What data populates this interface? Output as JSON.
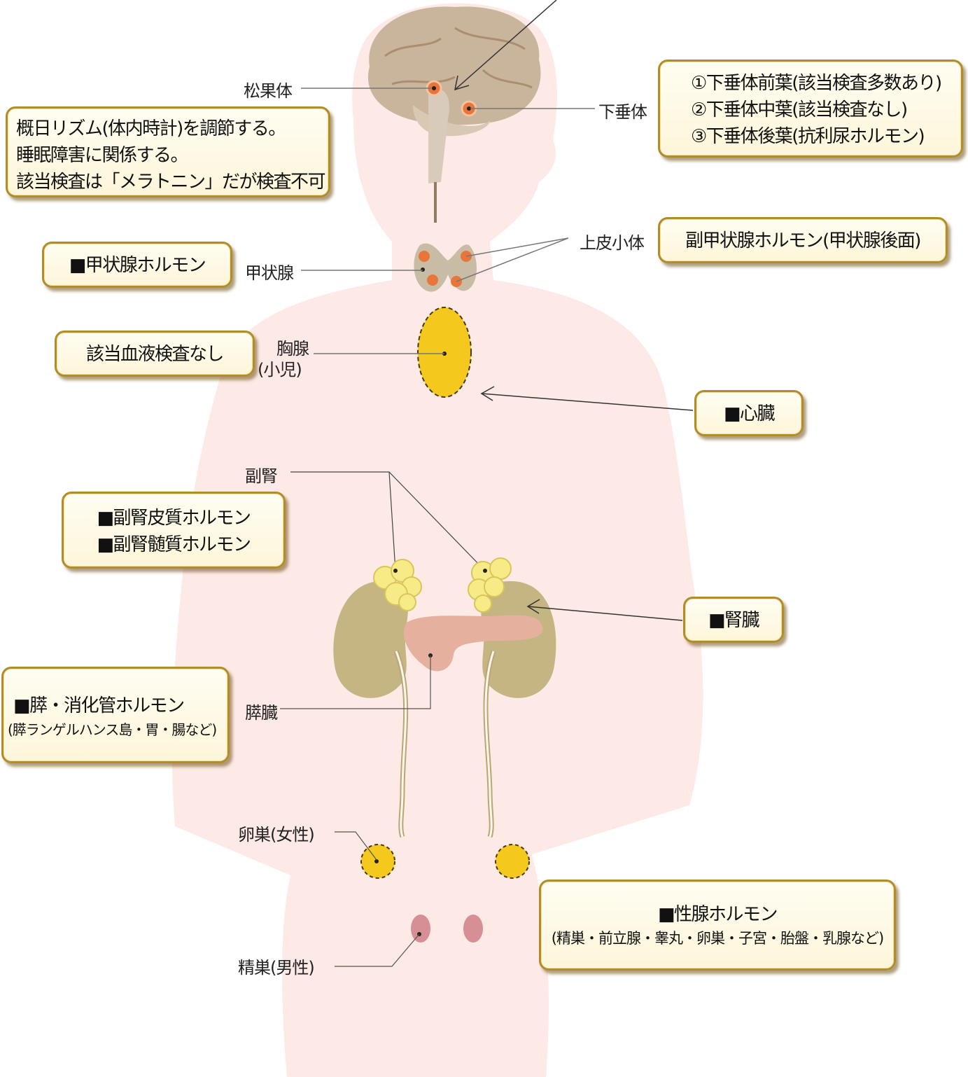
{
  "labels": {
    "pineal": "松果体",
    "pituitary": "下垂体",
    "thyroid": "甲状腺",
    "parathyroid": "上皮小体",
    "thymus_1": "胸腺",
    "thymus_2": "(小児)",
    "adrenal": "副腎",
    "pancreas": "膵臓",
    "ovary": "卵巣(女性)",
    "testis": "精巣(男性)"
  },
  "boxes": {
    "pineal": [
      "概日リズム(体内時計)を調節する。",
      "睡眠障害に関係する。",
      "該当検査は「メラトニン」だが検査不可"
    ],
    "pituitary": [
      "①下垂体前葉(該当検査多数あり)",
      "②下垂体中葉(該当検査なし)",
      "③下垂体後葉(抗利尿ホルモン)"
    ],
    "thyroid": "■甲状腺ホルモン",
    "parathyroid": "副甲状腺ホルモン(甲状腺後面)",
    "thymus": "該当血液検査なし",
    "heart": "■心臓",
    "adrenal": [
      "■副腎皮質ホルモン",
      "■副腎髄質ホルモン"
    ],
    "kidney": "■腎臓",
    "pancreas": [
      "■膵・消化管ホルモン",
      "(膵ランゲルハンス島・胃・腸など)"
    ],
    "gonad": [
      "■性腺ホルモン",
      "(精巣・前立腺・睾丸・卵巣・子宮・胎盤・乳腺など)"
    ]
  },
  "colors": {
    "body_fill": "#fde9e6",
    "brain": "#c9b49c",
    "gland_dot": "#e8763a",
    "thyroid": "#c9bca5",
    "thymus": "#f4c81c",
    "adrenal": "#f7eb87",
    "kidney": "#c4b583",
    "pancreas": "#e6b09f",
    "ovary": "#f4c81c",
    "testis": "#d68f95",
    "box_border": "#b08d2a"
  }
}
